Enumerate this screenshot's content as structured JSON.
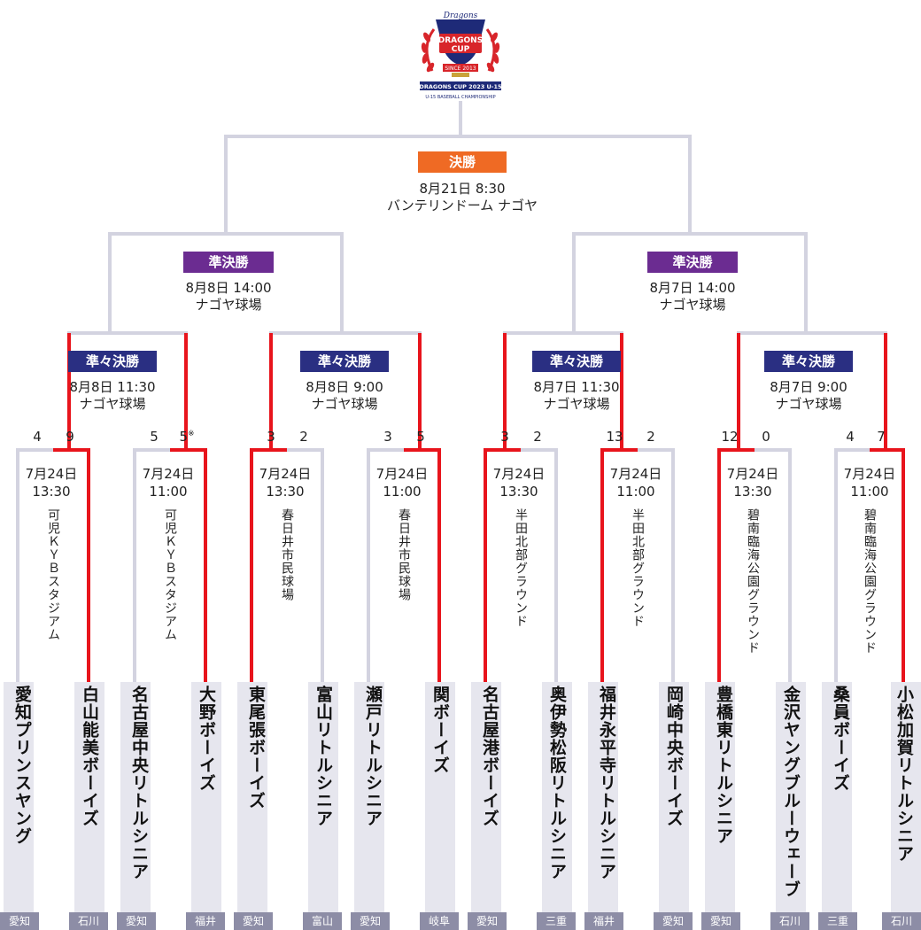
{
  "logo": {
    "brand": "Dragons",
    "name_line1": "DRAGONS",
    "name_line2": "CUP",
    "since": "SINCE 2013",
    "subtitle1": "DRAGONS CUP 2023 U-15",
    "subtitle2": "U-15 BASEBALL CHAMPIONSHIP",
    "colors": {
      "navy": "#1e2a78",
      "red": "#d8252a",
      "gold": "#c9a23a"
    }
  },
  "final": {
    "badge": "決勝",
    "date": "8月21日 8:30",
    "venue": "バンテリンドーム ナゴヤ"
  },
  "semis": [
    {
      "badge": "準決勝",
      "date": "8月8日 14:00",
      "venue": "ナゴヤ球場"
    },
    {
      "badge": "準決勝",
      "date": "8月7日 14:00",
      "venue": "ナゴヤ球場"
    }
  ],
  "quarters": [
    {
      "badge": "準々決勝",
      "date": "8月8日 11:30",
      "venue": "ナゴヤ球場"
    },
    {
      "badge": "準々決勝",
      "date": "8月8日 9:00",
      "venue": "ナゴヤ球場"
    },
    {
      "badge": "準々決勝",
      "date": "8月7日 11:30",
      "venue": "ナゴヤ球場"
    },
    {
      "badge": "準々決勝",
      "date": "8月7日 9:00",
      "venue": "ナゴヤ球場"
    }
  ],
  "r16": [
    {
      "date": "7月24日",
      "time": "13:30",
      "venue": "可児ＫＹＢスタジアム",
      "scoreL": "4",
      "scoreR": "9",
      "winner": "R"
    },
    {
      "date": "7月24日",
      "time": "11:00",
      "venue": "可児ＫＹＢスタジアム",
      "scoreL": "5",
      "scoreR": "5",
      "noteR": "※",
      "winner": "R"
    },
    {
      "date": "7月24日",
      "time": "13:30",
      "venue": "春日井市民球場",
      "scoreL": "3",
      "scoreR": "2",
      "winner": "L"
    },
    {
      "date": "7月24日",
      "time": "11:00",
      "venue": "春日井市民球場",
      "scoreL": "3",
      "scoreR": "5",
      "winner": "R"
    },
    {
      "date": "7月24日",
      "time": "13:30",
      "venue": "半田北部グラウンド",
      "scoreL": "3",
      "scoreR": "2",
      "winner": "L"
    },
    {
      "date": "7月24日",
      "time": "11:00",
      "venue": "半田北部グラウンド",
      "scoreL": "13",
      "scoreR": "2",
      "winner": "L"
    },
    {
      "date": "7月24日",
      "time": "13:30",
      "venue": "碧南臨海公園グラウンド",
      "scoreL": "12",
      "scoreR": "0",
      "winner": "L"
    },
    {
      "date": "7月24日",
      "time": "11:00",
      "venue": "碧南臨海公園グラウンド",
      "scoreL": "4",
      "scoreR": "7",
      "winner": "R"
    }
  ],
  "teams": [
    {
      "name": "愛知プリンスヤング",
      "pref": "愛知"
    },
    {
      "name": "白山能美ボーイズ",
      "pref": "石川"
    },
    {
      "name": "名古屋中央リトルシニア",
      "pref": "愛知"
    },
    {
      "name": "大野ボーイズ",
      "pref": "福井"
    },
    {
      "name": "東尾張ボーイズ",
      "pref": "愛知"
    },
    {
      "name": "富山リトルシニア",
      "pref": "富山"
    },
    {
      "name": "瀬戸リトルシニア",
      "pref": "愛知"
    },
    {
      "name": "関ボーイズ",
      "pref": "岐阜"
    },
    {
      "name": "名古屋港ボーイズ",
      "pref": "愛知"
    },
    {
      "name": "奥伊勢松阪リトルシニア",
      "pref": "三重"
    },
    {
      "name": "福井永平寺リトルシニア",
      "pref": "福井"
    },
    {
      "name": "岡崎中央ボーイズ",
      "pref": "愛知"
    },
    {
      "name": "豊橋東リトルシニア",
      "pref": "愛知"
    },
    {
      "name": "金沢ヤングブルーウェーブ",
      "pref": "石川"
    },
    {
      "name": "桑員ボーイズ",
      "pref": "三重"
    },
    {
      "name": "小松加賀リトルシニア",
      "pref": "石川"
    }
  ],
  "colors": {
    "line": "#d3d3e0",
    "win": "#e8141c",
    "pref_bg": "#8d8da6",
    "final": "#ef6a24",
    "semi": "#6b2c91",
    "quarter": "#2a2f82"
  }
}
